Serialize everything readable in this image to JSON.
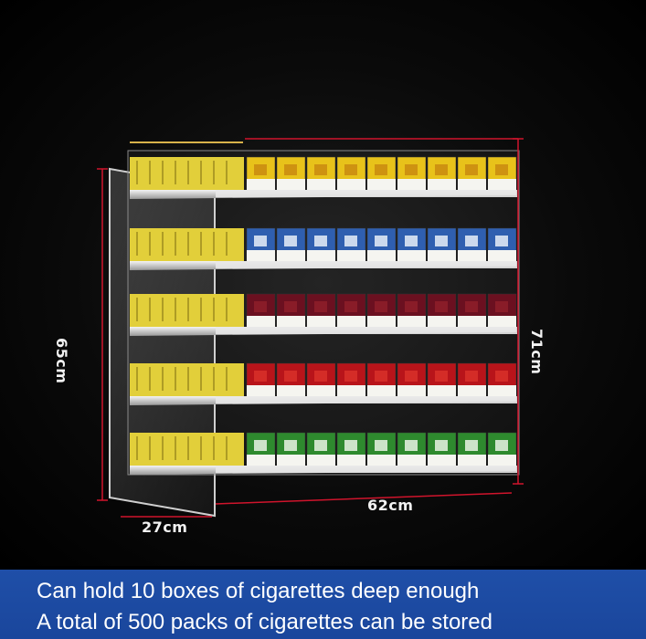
{
  "dimensions": {
    "height_left": "65cm",
    "height_right": "71cm",
    "width": "62cm",
    "depth": "27cm"
  },
  "banner": {
    "line1": "Can hold 10 boxes of cigarettes deep enough",
    "line2": "A total of 500 packs of cigarettes can be stored"
  },
  "colors": {
    "background": "#000000",
    "banner": "#1f4fa8",
    "dimension_line": "#d0142c"
  }
}
